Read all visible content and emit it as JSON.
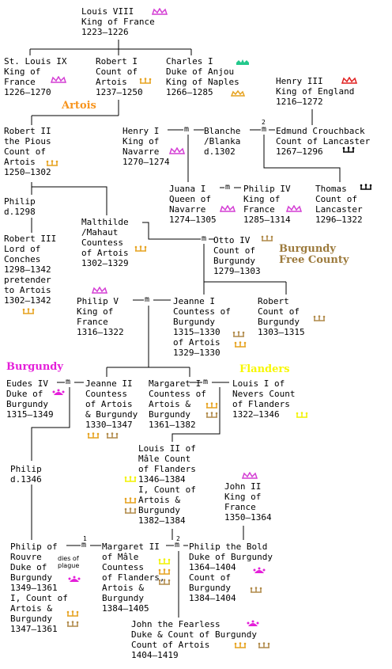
{
  "colors": {
    "artois": "#f7941d",
    "burgundy_free_county": "#9c7a3c",
    "burgundy_duchy": "#e41fd9",
    "flanders": "#f7f700",
    "crown_france": "#d43ed4",
    "crown_england": "#e02020",
    "crown_count": "#000000",
    "coronet_artois": "#e6a21f",
    "coronet_burgundy_county": "#b08a4a",
    "coronet_flanders": "#f2f200",
    "coronet_anjou": "#23c88c",
    "coronet_duke_burgundy": "#e41fd9"
  },
  "regions": {
    "artois": "Artois",
    "burgundy_free_county": "Burgundy\nFree County",
    "burgundy": "Burgundy",
    "flanders": "Flanders"
  },
  "icons": [
    "royal-crown-icon",
    "coronet-icon",
    "ducal-coronet-icon"
  ],
  "marriage_symbol": "m",
  "marriage_numbers": {
    "first": "1",
    "second": "2"
  },
  "plague_note": "dies of\nplague",
  "people": {
    "louis_viii": [
      "Louis VIII",
      "King of France",
      "1223–1226"
    ],
    "st_louis": [
      "St. Louis IX",
      "King of",
      "France",
      "1226–1270"
    ],
    "robert_i": [
      "Robert I",
      "Count of",
      "Artois",
      "1237–1250"
    ],
    "charles_i": [
      "Charles I",
      "Duke of Anjou",
      "King of Naples",
      "1266–1285"
    ],
    "henry_iii": [
      "Henry III",
      "King of England",
      "1216–1272"
    ],
    "robert_ii": [
      "Robert II",
      "the Pious",
      "Count of",
      "Artois",
      "1250–1302"
    ],
    "henry_i": [
      "Henry I",
      "King of",
      "Navarre",
      "1270–1274"
    ],
    "blanche": [
      "Blanche",
      "/Blanka",
      "d.1302"
    ],
    "edmund": [
      "Edmund Crouchback",
      "Count of Lancaster",
      "1267–1296"
    ],
    "juana_i": [
      "Juana I",
      "Queen of",
      "Navarre",
      "1274–1305"
    ],
    "philip_iv": [
      "Philip IV",
      "King of",
      "France",
      "1285–1314"
    ],
    "thomas": [
      "Thomas",
      "Count of",
      "Lancaster",
      "1296–1322"
    ],
    "philip_d1298": [
      "Philip",
      "d.1298"
    ],
    "malthilde": [
      "Malthilde",
      "/Mahaut",
      "Countess",
      "of Artois",
      "1302–1329"
    ],
    "otto_iv": [
      "Otto IV",
      "Count of",
      "Burgundy",
      "1279–1303"
    ],
    "robert_iii": [
      "Robert III",
      "Lord of",
      "Conches",
      "1298–1342",
      "pretender",
      "to Artois",
      "1302–1342"
    ],
    "philip_v": [
      "Philip V",
      "King of",
      "France",
      "1316–1322"
    ],
    "jeanne_i": [
      "Jeanne I",
      "Countess of",
      "Burgundy",
      "1315–1330",
      "of Artois",
      "1329–1330"
    ],
    "robert_burgundy": [
      "Robert",
      "Count of",
      "Burgundy",
      "1303–1315"
    ],
    "eudes_iv": [
      "Eudes IV",
      "Duke of",
      "Burgundy",
      "1315–1349"
    ],
    "jeanne_ii": [
      "Jeanne II",
      "Countess",
      "of Artois",
      "& Burgundy",
      "1330–1347"
    ],
    "margaret_i": [
      "Margaret I",
      "Countess of",
      "Artois &",
      "Burgundy",
      "1361–1382"
    ],
    "louis_i": [
      "Louis I of",
      "Nevers Count",
      "of Flanders",
      "1322–1346"
    ],
    "philip_d1346": [
      "Philip",
      "d.1346"
    ],
    "louis_ii": [
      "Louis II of",
      "Mâle Count",
      "of Flanders",
      "1346–1384",
      "I, Count of",
      "Artois &",
      "Burgundy",
      "1382–1384"
    ],
    "john_ii": [
      "John II",
      "King of",
      "France",
      "1350–1364"
    ],
    "philip_rouvre": [
      "Philip of",
      "Rouvre",
      "Duke of",
      "Burgundy",
      "1349–1361",
      "I, Count of",
      "Artois &",
      "Burgundy",
      "1347–1361"
    ],
    "margaret_ii": [
      "Margaret II",
      "of Mâle",
      "Countess",
      "of Flanders,",
      "Artois &",
      "Burgundy",
      "1384–1405"
    ],
    "philip_bold": [
      "Philip the Bold",
      "Duke of Burgundy",
      "1364–1404",
      "Count of",
      "Burgundy",
      "1384–1404"
    ],
    "john_fearless": [
      "John the Fearless",
      "Duke & Count of Burgundy",
      "Count of Artois",
      "1404–1419"
    ]
  }
}
